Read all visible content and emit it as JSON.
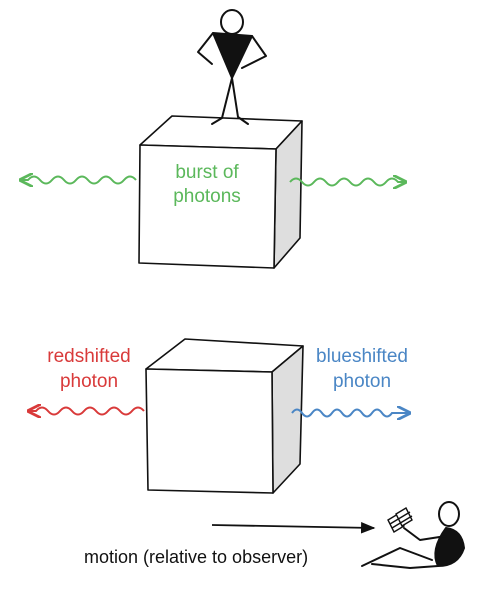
{
  "top_scene": {
    "label_line1": "burst of",
    "label_line2": "photons"
  },
  "bottom_scene": {
    "red_label_line1": "redshifted",
    "red_label_line2": "photon",
    "blue_label_line1": "blueshifted",
    "blue_label_line2": "photon"
  },
  "motion_label": "motion (relative to observer)",
  "colors": {
    "green": "#5bb85b",
    "red": "#d93a3a",
    "blue": "#4a86c5",
    "ink": "#111111",
    "side_face": "#dedede"
  }
}
